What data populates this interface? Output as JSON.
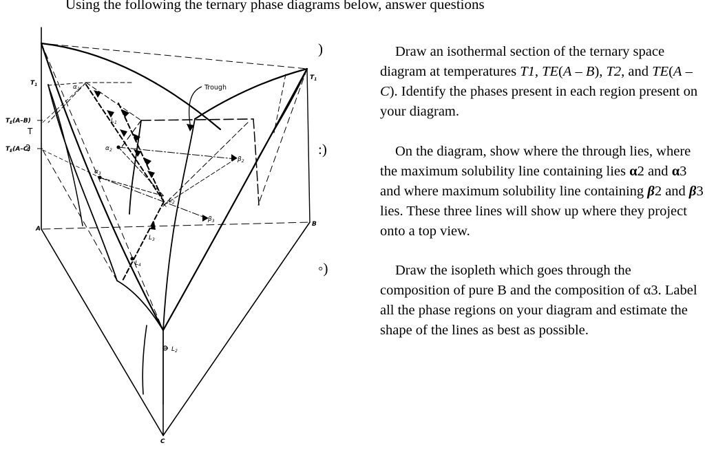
{
  "heading": "Using the following the ternary phase diagrams below, answer questions",
  "questions": [
    {
      "marker": ")",
      "parts": [
        {
          "text": "Draw an isothermal section of the ternary space diagram at temperatures "
        },
        {
          "text": "T1",
          "style": "italic"
        },
        {
          "text": ", "
        },
        {
          "text": "TE",
          "style": "italic"
        },
        {
          "text": "("
        },
        {
          "text": "A",
          "style": "italic"
        },
        {
          "text": " – "
        },
        {
          "text": "B",
          "style": "italic"
        },
        {
          "text": "), "
        },
        {
          "text": "T2",
          "style": "italic"
        },
        {
          "text": ", and "
        },
        {
          "text": "TE",
          "style": "italic"
        },
        {
          "text": "("
        },
        {
          "text": "A",
          "style": "italic"
        },
        {
          "text": " – "
        },
        {
          "text": "C",
          "style": "italic"
        },
        {
          "text": "). Identify the phases present in each region present on your diagram."
        }
      ]
    },
    {
      "marker": ":)",
      "parts": [
        {
          "text": "On the diagram, show where the through lies, where the maximum solubility line containing lies "
        },
        {
          "text": "α",
          "style": "bold"
        },
        {
          "text": "2 and "
        },
        {
          "text": "α",
          "style": "bold"
        },
        {
          "text": "3 and where maximum solubility line containing "
        },
        {
          "text": "β",
          "style": "bolditalic"
        },
        {
          "text": "2 and "
        },
        {
          "text": "β",
          "style": "bolditalic"
        },
        {
          "text": "3 lies. These three lines will show up where they project onto a top view."
        }
      ]
    },
    {
      "marker": "◦)",
      "parts": [
        {
          "text": "Draw the isopleth which goes through the composition of pure B and the composition of "
        },
        {
          "text": "α"
        },
        {
          "text": "3. Label all the phase regions on your diagram and estimate the shape of the lines as best as possible."
        }
      ]
    }
  ],
  "diagram": {
    "labels": {
      "t1_left": "T",
      "t1_left_sub": "1",
      "t1_right": "T",
      "t1_right_sub": "1",
      "te_ab": "T",
      "te_ab_sub": "E",
      "te_ab_rest": "(A–B)",
      "t_mid": "T",
      "te_ac": "T",
      "te_ac_sub": "E",
      "te_ac_rest": "(A–C)",
      "two_overlay": "2",
      "corner_a": "A",
      "corner_b": "B",
      "corner_c": "C",
      "trough": "Trough",
      "alpha": "α",
      "beta": "β",
      "liquid": "L",
      "s1": "1",
      "s2": "2",
      "s3": "3",
      "s4": "4"
    }
  }
}
